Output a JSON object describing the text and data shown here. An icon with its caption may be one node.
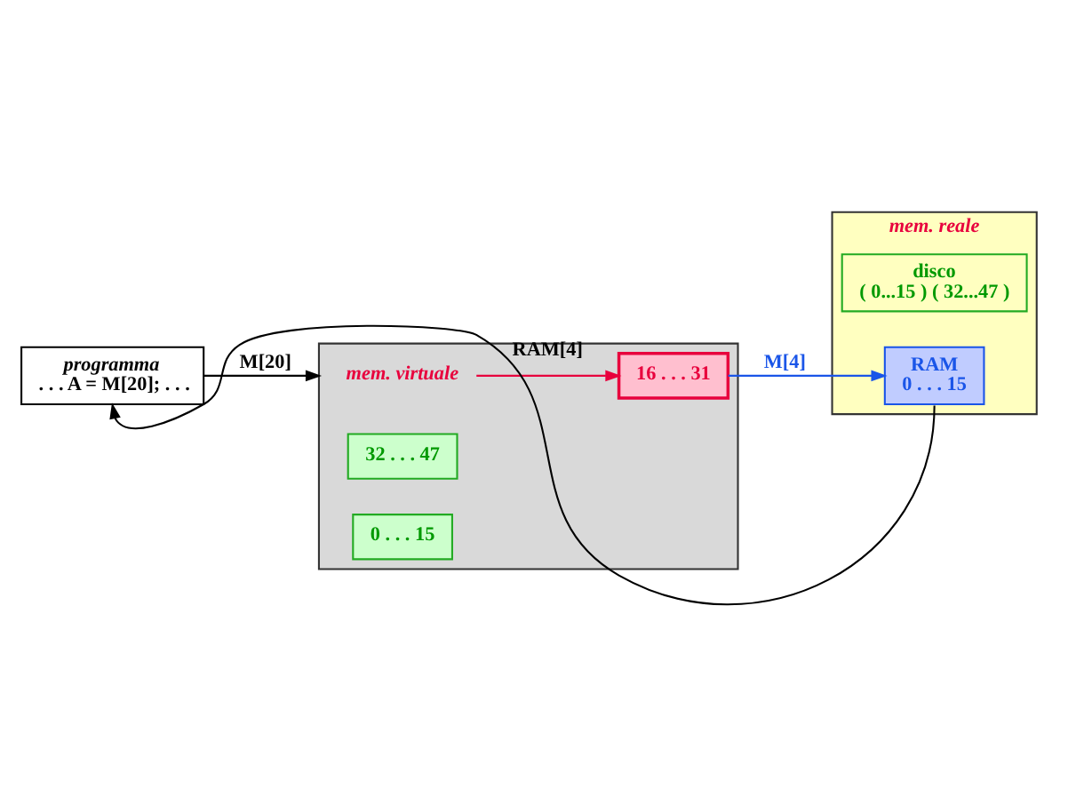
{
  "diagram": {
    "nodes": [
      {
        "text": [],
        "shape": "box"
      },
      {
        "text": [
          "mem. virtuale"
        ],
        "in": 0
      },
      {
        "text": [
          "32 . . . 47"
        ],
        "in": 0
      },
      {
        "text": [
          "16 . . . 31"
        ],
        "in": 0
      },
      {
        "text": [
          "0 . . . 15"
        ],
        "in": 0
      },
      {
        "text": [
          "mem. reale"
        ]
      },
      {
        "text": [
          "disco",
          "( 0...15 ) ( 32...47 )"
        ],
        "in": 5
      },
      {
        "text": [
          "RAM",
          "0 . . . 15"
        ],
        "in": 5
      },
      {
        "text": [
          "programma",
          ". . . A = M[20]; . . ."
        ]
      }
    ],
    "edges": [
      {
        "from": 8,
        "to": 0,
        "arrow": "to",
        "label": "M[20]"
      },
      {
        "from": 1,
        "to": 3,
        "arrow": "to",
        "color": "#e8003d"
      },
      {
        "from": 3,
        "to": 7,
        "arrow": "to",
        "label": "M[4]",
        "color": "#1a55e8"
      },
      {
        "from": 7,
        "to": 8,
        "arrow": "to",
        "label": "RAM[4]"
      }
    ]
  }
}
